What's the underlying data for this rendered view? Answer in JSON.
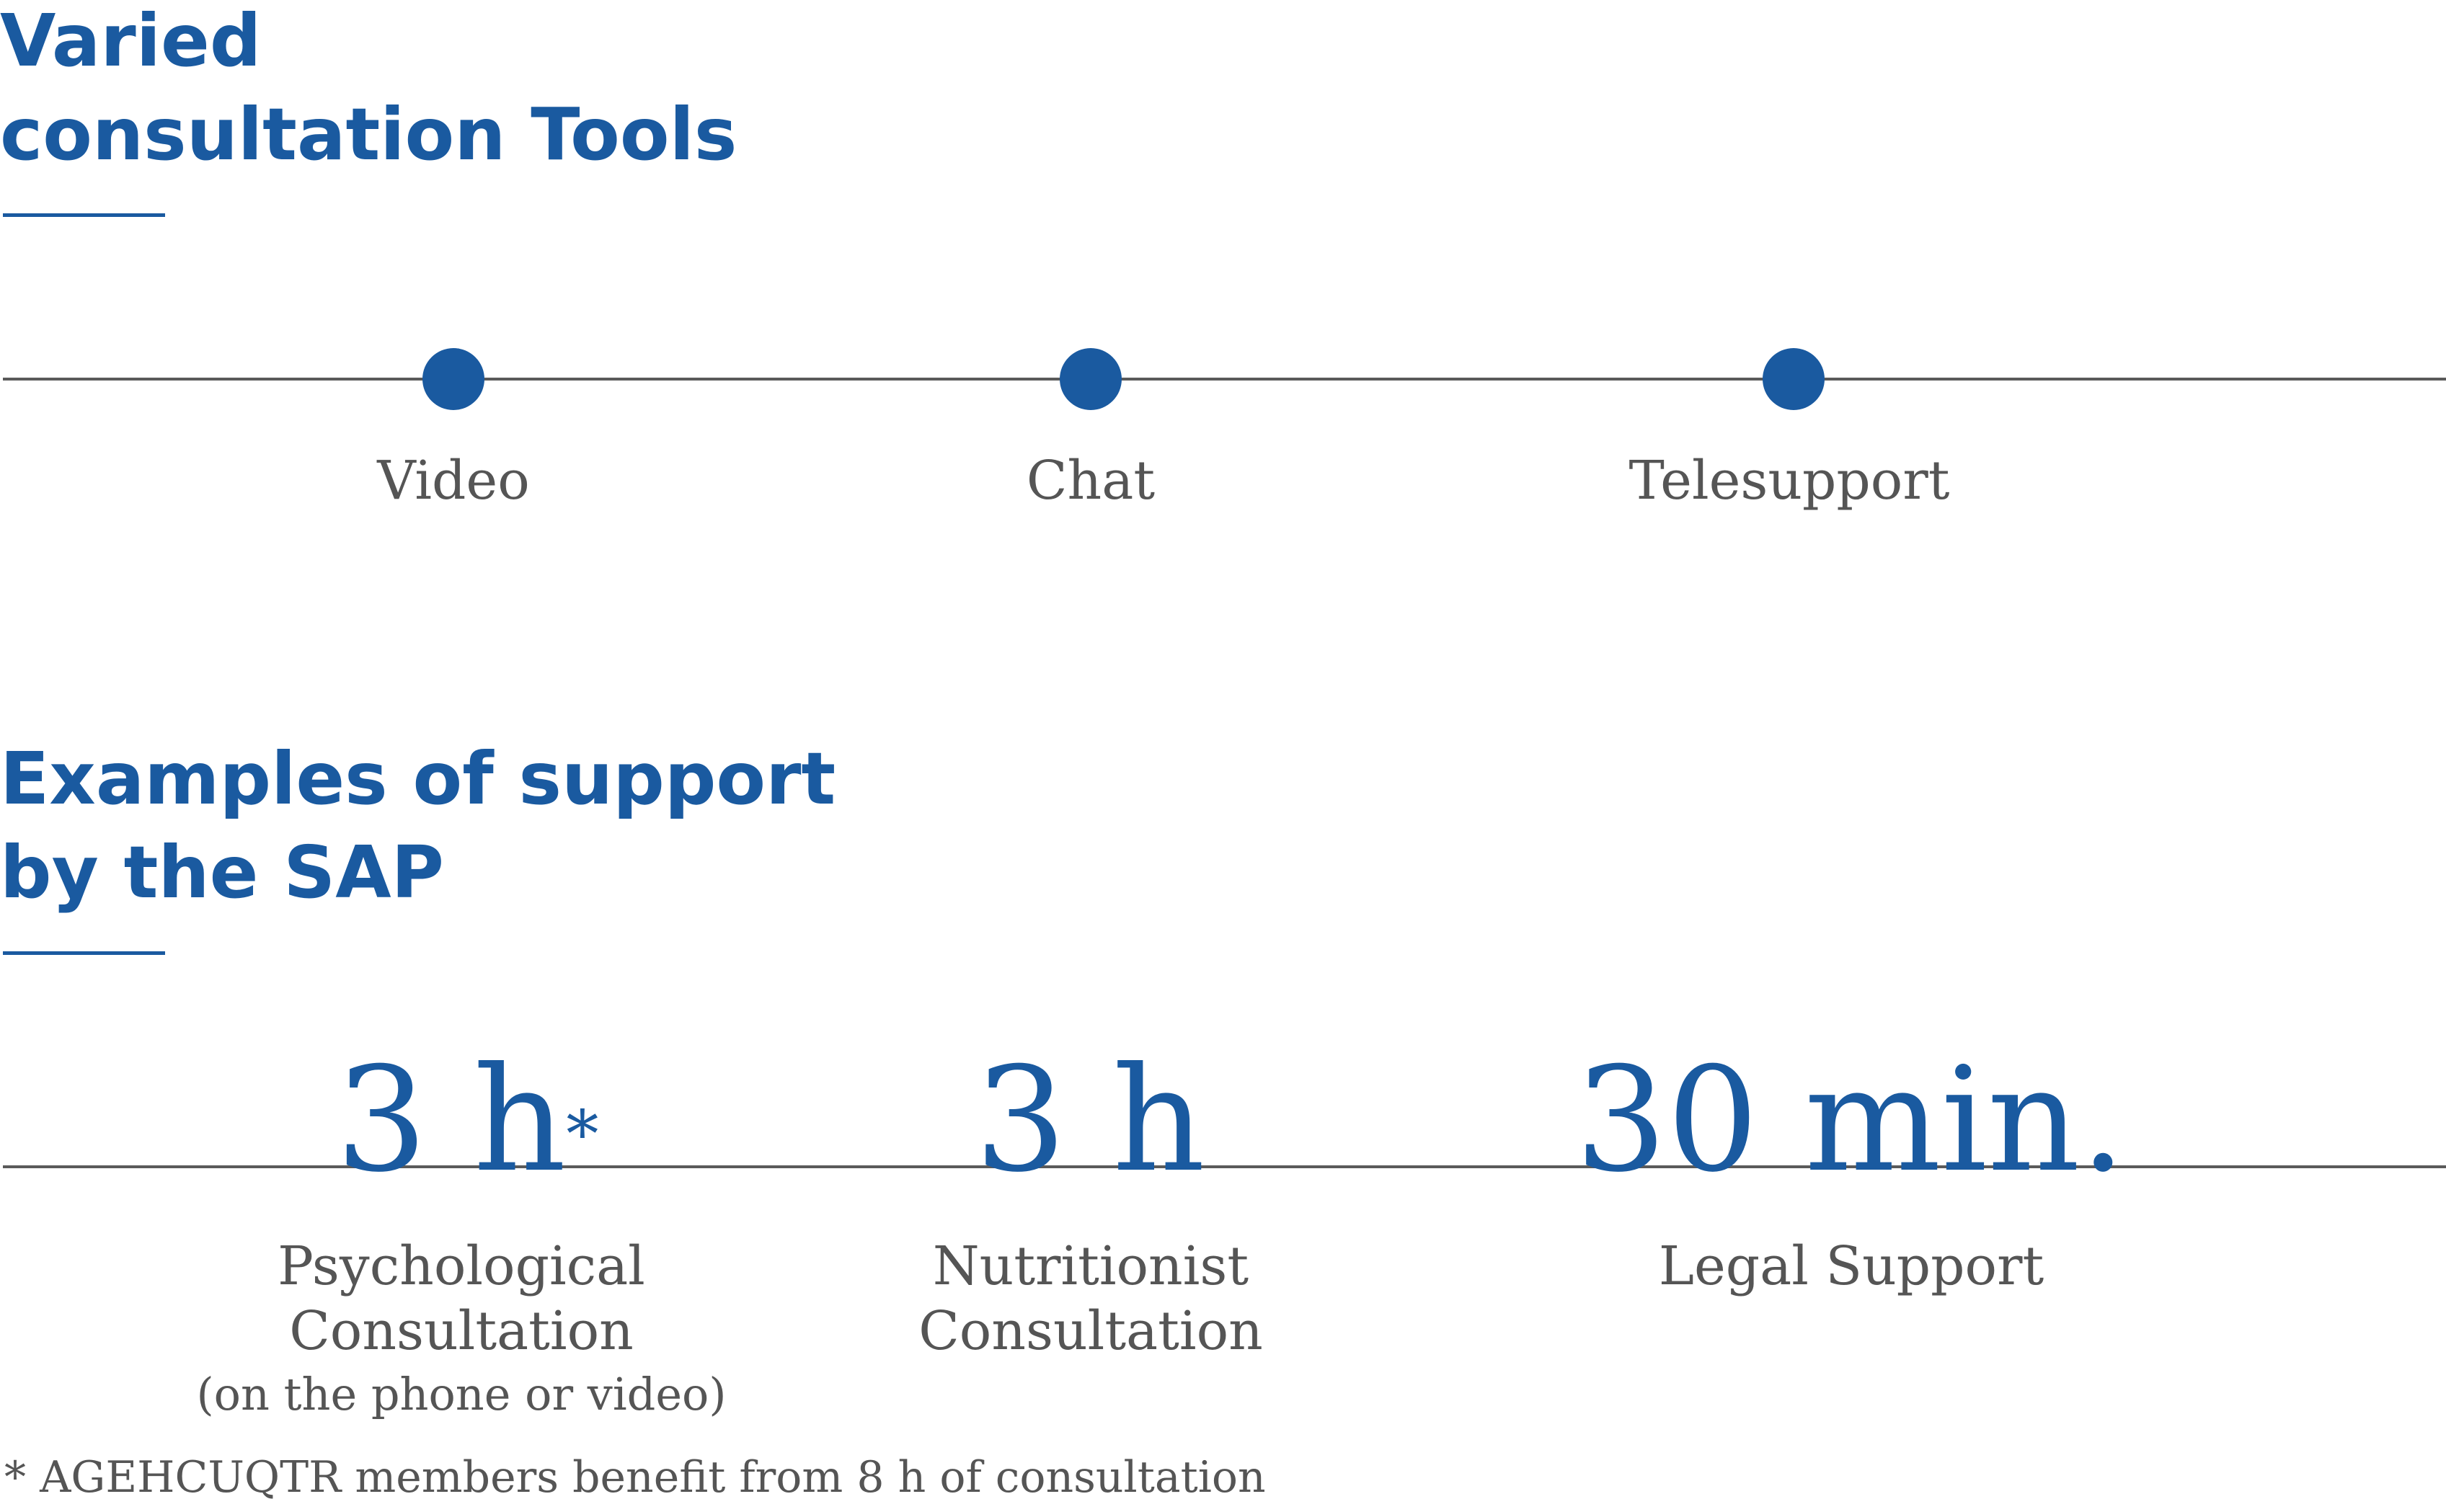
{
  "colors": {
    "accent": "#1a5aa0",
    "text": "#555555",
    "line": "#5a5a5a",
    "background": "#ffffff"
  },
  "section1": {
    "title_line1": "Varied",
    "title_line2": "consultation Tools",
    "tools": [
      {
        "label": "Video"
      },
      {
        "label": "Chat"
      },
      {
        "label": "Telesupport"
      }
    ]
  },
  "section2": {
    "title_line1": "Examples of support",
    "title_line2": "by the SAP",
    "stats": [
      {
        "value": "3 h",
        "marker": "*",
        "label_line1": "Psychological",
        "label_line2": "Consultation",
        "note": "(on the phone or video)"
      },
      {
        "value": "3 h",
        "label_line1": "Nutritionist",
        "label_line2": "Consultation"
      },
      {
        "value": "30 min.",
        "label_line1": "Legal Support"
      }
    ]
  },
  "footnote": "* AGEHCUQTR members benefit from 8 h of consultation"
}
